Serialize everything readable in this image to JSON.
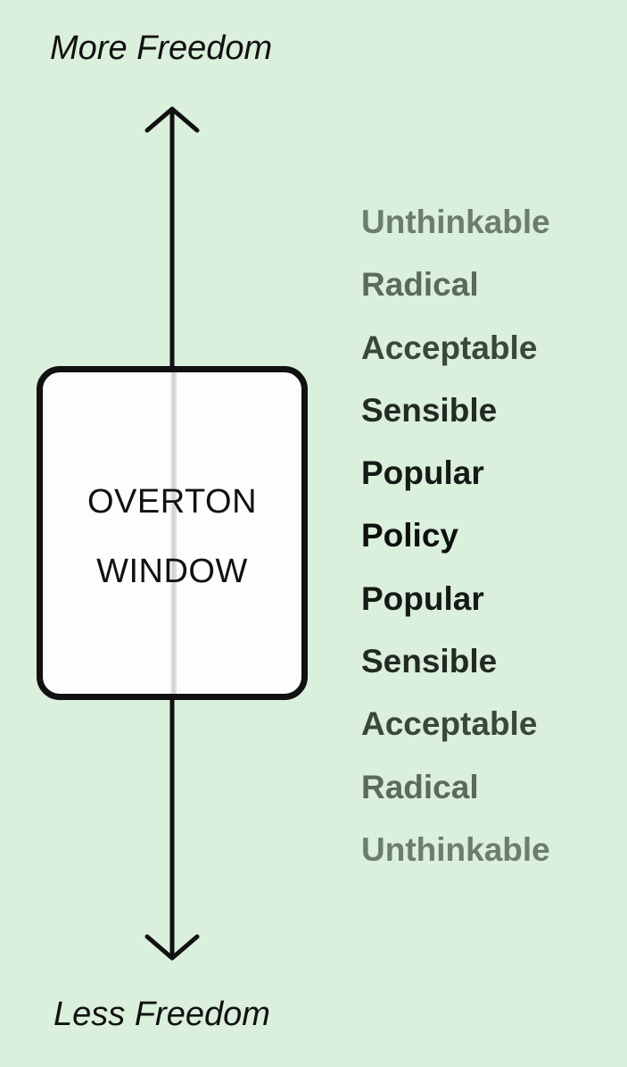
{
  "labels": {
    "top": "More Freedom",
    "bottom": "Less Freedom"
  },
  "window": {
    "line1": "OVERTON",
    "line2": "WINDOW"
  },
  "levels": [
    {
      "label": "Unthinkable",
      "color": "#6b7d6d"
    },
    {
      "label": "Radical",
      "color": "#5a6a5c"
    },
    {
      "label": "Acceptable",
      "color": "#3b463c"
    },
    {
      "label": "Sensible",
      "color": "#222a23"
    },
    {
      "label": "Popular",
      "color": "#151a16"
    },
    {
      "label": "Policy",
      "color": "#0d0f0d"
    },
    {
      "label": "Popular",
      "color": "#151a16"
    },
    {
      "label": "Sensible",
      "color": "#222a23"
    },
    {
      "label": "Acceptable",
      "color": "#3b463c"
    },
    {
      "label": "Radical",
      "color": "#5a6a5c"
    },
    {
      "label": "Unthinkable",
      "color": "#6b7d6d"
    }
  ],
  "colors": {
    "background": "#daefdc",
    "stroke": "#111111"
  }
}
